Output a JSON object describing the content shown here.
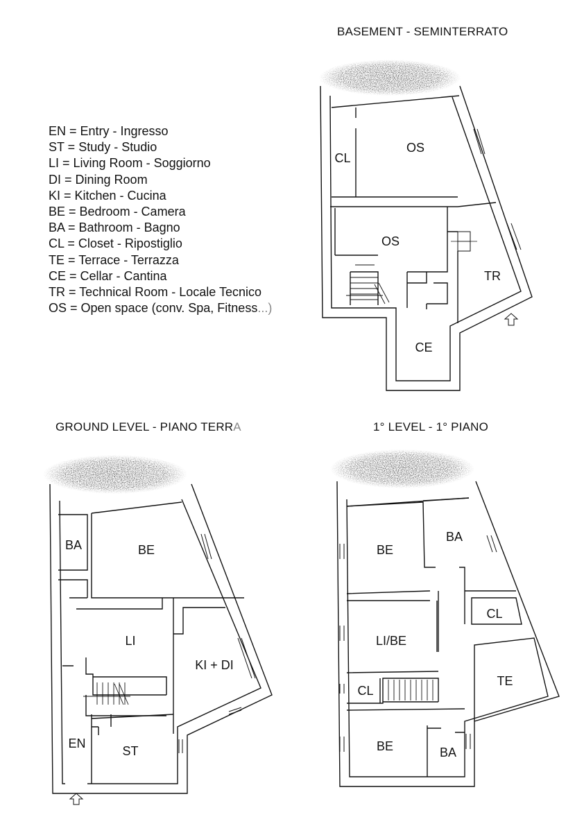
{
  "legend": [
    "EN = Entry - Ingresso",
    "ST = Study - Studio",
    "LI = Living Room - Soggiorno",
    "DI = Dining Room",
    "KI = Kitchen - Cucina",
    "BE = Bedroom - Camera",
    "BA = Bathroom - Bagno",
    "CL = Closet - Ripostiglio",
    "TE = Terrace - Terrazza",
    "CE = Cellar - Cantina",
    "TR = Technical Room - Locale Tecnico",
    "OS = Open space (conv. Spa, Fitness"
  ],
  "legend_tail": "...)",
  "plans": {
    "basement": {
      "title": "BASEMENT - SEMINTERRATO",
      "rooms": [
        "CL",
        "OS",
        "OS",
        "TR",
        "CE"
      ]
    },
    "ground": {
      "title": "GROUND LEVEL - PIANO TERR",
      "title_tail": "A",
      "rooms": [
        "BA",
        "BE",
        "LI",
        "KI + DI",
        "EN",
        "ST"
      ]
    },
    "first": {
      "title": "1° LEVEL - 1° PIANO",
      "rooms": [
        "BE",
        "BA",
        "CL",
        "LI/BE",
        "TE",
        "CL",
        "BE",
        "BA"
      ]
    }
  },
  "colors": {
    "wall": "#111111",
    "background": "#ffffff",
    "vegetation": "#222222"
  }
}
